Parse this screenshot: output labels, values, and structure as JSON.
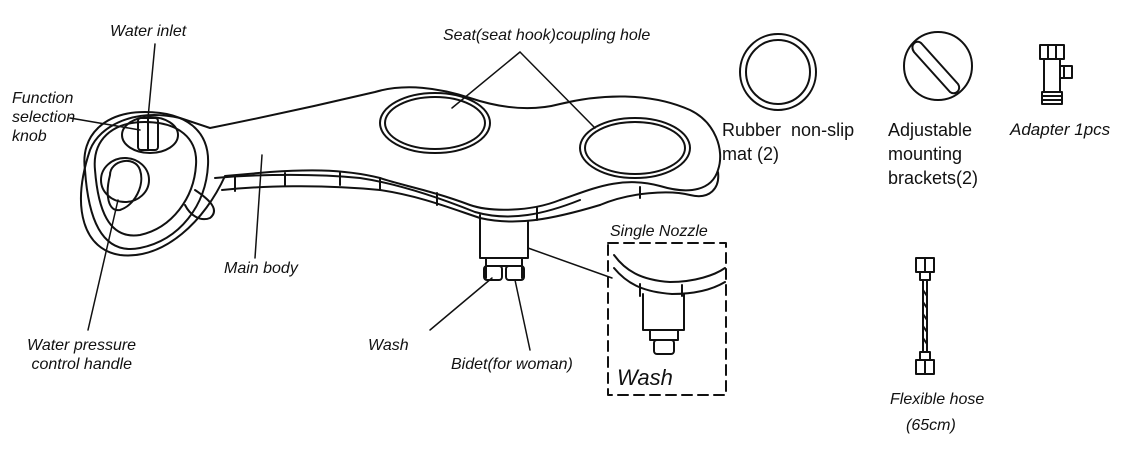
{
  "labels": {
    "water_inlet": "Water inlet",
    "function_knob": "Function\nselection\nknob",
    "water_pressure": "Water pressure\n control handle",
    "main_body": "Main body",
    "seat_hole": "Seat(seat hook)coupling hole",
    "wash": "Wash",
    "bidet": "Bidet(for woman)",
    "single_nozzle": "Single Nozzle",
    "single_wash": "Wash"
  },
  "accessories": {
    "rubber_mat": "Rubber  non-slip\nmat (2)",
    "brackets": "Adjustable\nmounting\nbrackets(2)",
    "adapter": "Adapter 1pcs",
    "hose_name": "Flexible hose",
    "hose_length": "(65cm)"
  },
  "colors": {
    "line": "#111111",
    "background": "#ffffff"
  }
}
